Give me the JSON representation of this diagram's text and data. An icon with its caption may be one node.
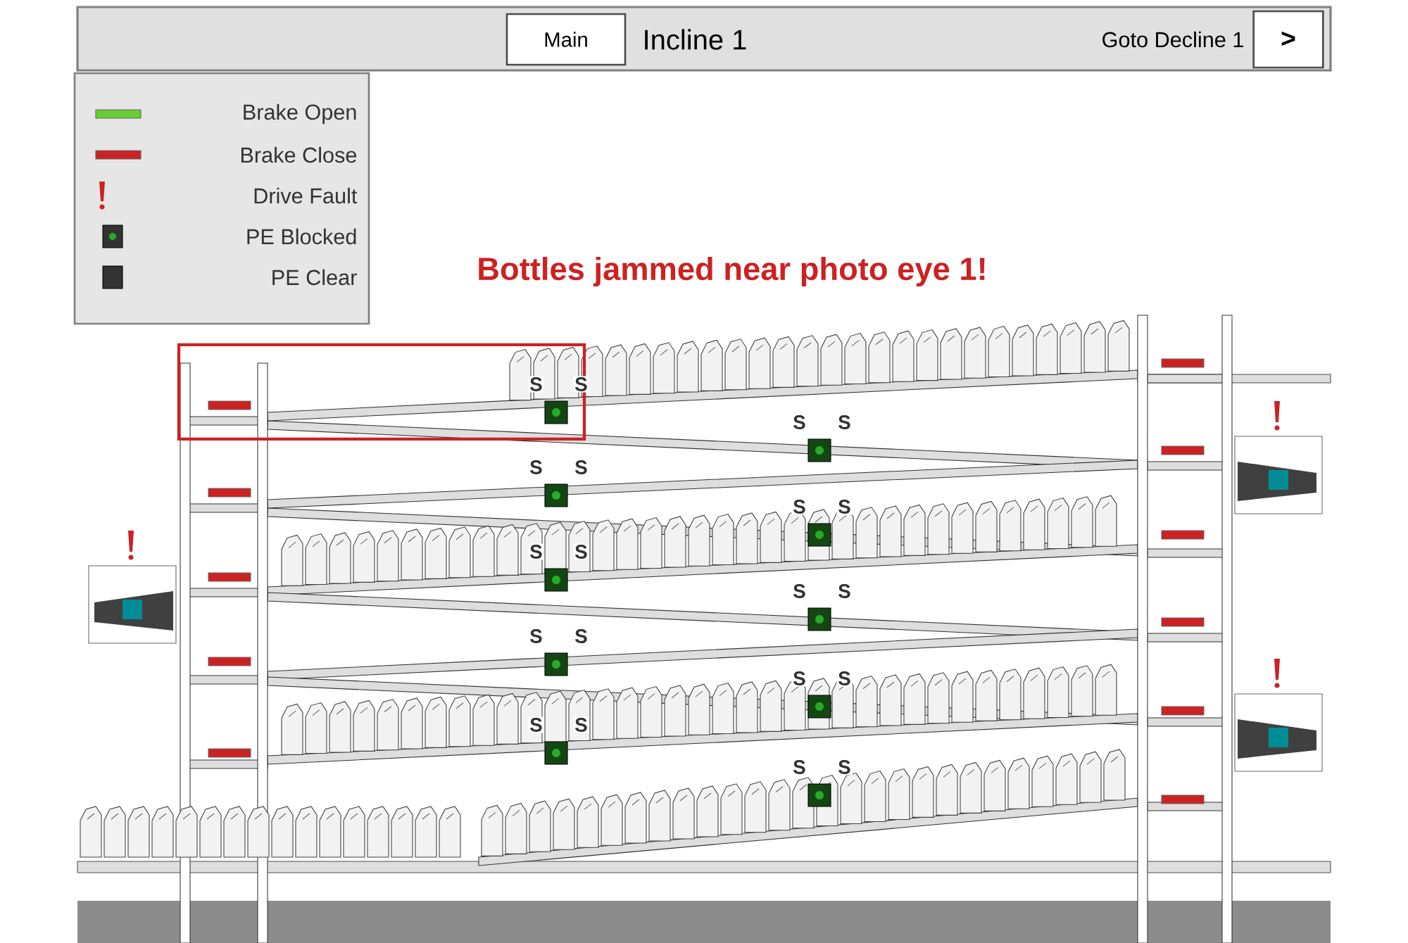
{
  "diagram": {
    "title": "Incline 1",
    "nodes": [
      {
        "text": [
          "Main"
        ]
      },
      {
        "text": [
          ">"
        ],
        "beside": [
          "Goto Decline 1"
        ]
      }
    ],
    "edges": [],
    "labels": [
      "Bottles jammed near photo eye 1!",
      "S",
      "S",
      "S",
      "S",
      "S",
      "S",
      "S",
      "S",
      "S",
      "S",
      "S",
      "S",
      "S",
      "S",
      "S",
      "S",
      "S",
      "S",
      "S",
      "S"
    ],
    "legend": [
      {
        "text": "Brake Open",
        "color": "#66cc33"
      },
      {
        "text": "Brake Close",
        "color": "#cc2222"
      },
      {
        "text": "Drive Fault"
      },
      {
        "text": "PE Blocked"
      },
      {
        "text": "PE Clear"
      }
    ]
  }
}
